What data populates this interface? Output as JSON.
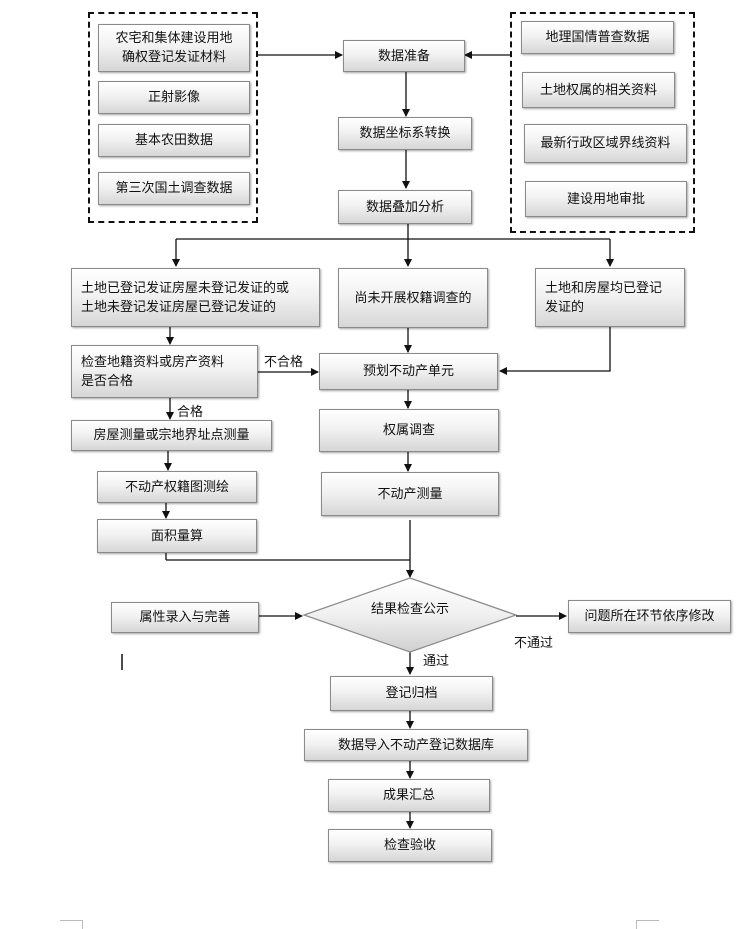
{
  "nodes": {
    "n_a1": "农宅和集体建设用地\n确权登记发证材料",
    "n_a2": "正射影像",
    "n_a3": "基本农田数据",
    "n_a4": "第三次国土调查数据",
    "n_prep": "数据准备",
    "n_coord": "数据坐标系转换",
    "n_overlay": "数据叠加分析",
    "n_b1": "地理国情普查数据",
    "n_b2": "土地权属的相关资料",
    "n_b3": "最新行政区域界线资料",
    "n_b4": "建设用地审批",
    "n_c1": "土地已登记发证房屋未登记发证的或\n土地未登记发证房屋已登记发证的",
    "n_c2": "尚未开展权籍调查的",
    "n_c3": "土地和房屋均已登记\n发证的",
    "n_check": "检查地籍资料或房产资料\n是否合格",
    "n_house": "房屋测量或宗地界址点测量",
    "n_map": "不动产权籍图测绘",
    "n_area": "面积量算",
    "n_unit": "预划不动产单元",
    "n_own": "权属调查",
    "n_measure": "不动产测量",
    "n_attr": "属性录入与完善",
    "n_public": "结果检查公示",
    "n_fix": "问题所在环节依序修改",
    "n_archive": "登记归档",
    "n_import": "数据导入不动产登记数据库",
    "n_summary": "成果汇总",
    "n_accept": "检查验收"
  },
  "edge_labels": {
    "fail": "不合格",
    "pass_check": "合格",
    "not_pass": "不通过",
    "pass": "通过"
  }
}
